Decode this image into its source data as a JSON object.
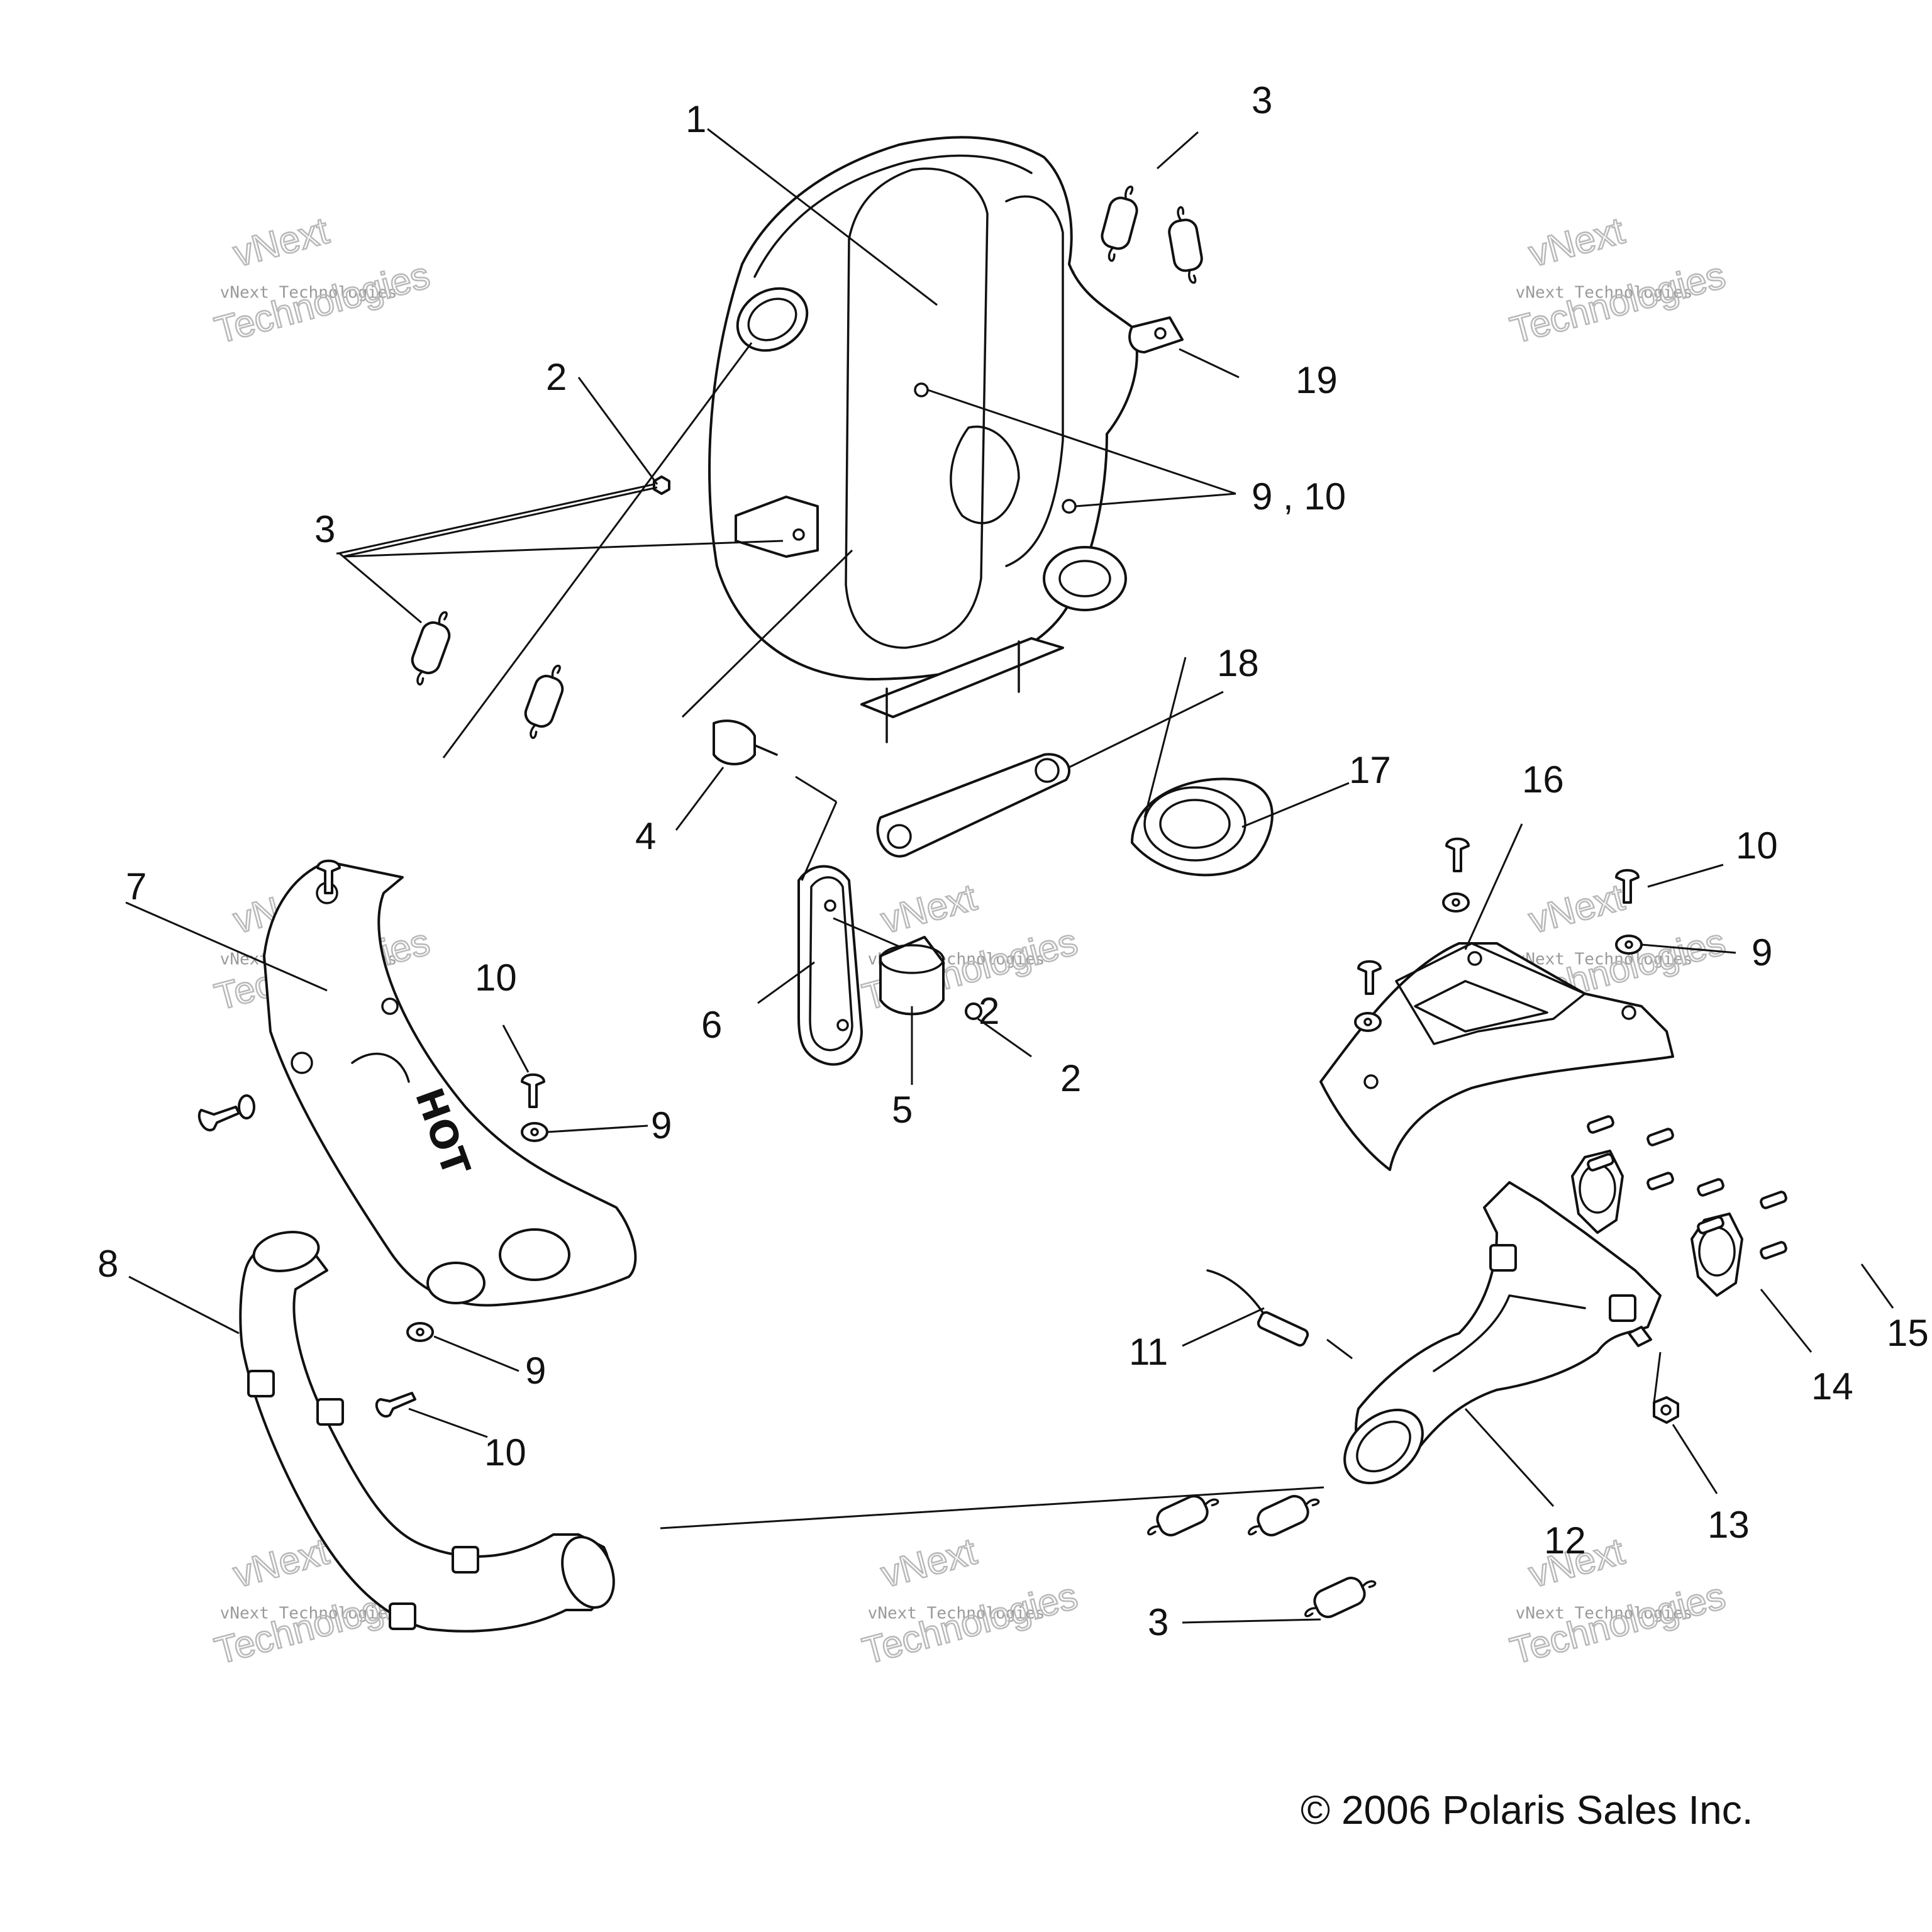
{
  "diagram": {
    "callouts": [
      "1",
      "2",
      "3",
      "19",
      "9 , 10",
      "3",
      "2",
      "4",
      "18",
      "17",
      "6",
      "5",
      "2",
      "7",
      "10",
      "9",
      "16",
      "10",
      "9",
      "8",
      "9",
      "10",
      "11",
      "15",
      "14",
      "13",
      "12",
      "3"
    ],
    "hot_label": "HOT",
    "watermark": {
      "line1": "vNext",
      "line2": "vNext Technologies",
      "line3": "Technologies"
    },
    "copyright": "© 2006 Polaris Sales Inc."
  }
}
